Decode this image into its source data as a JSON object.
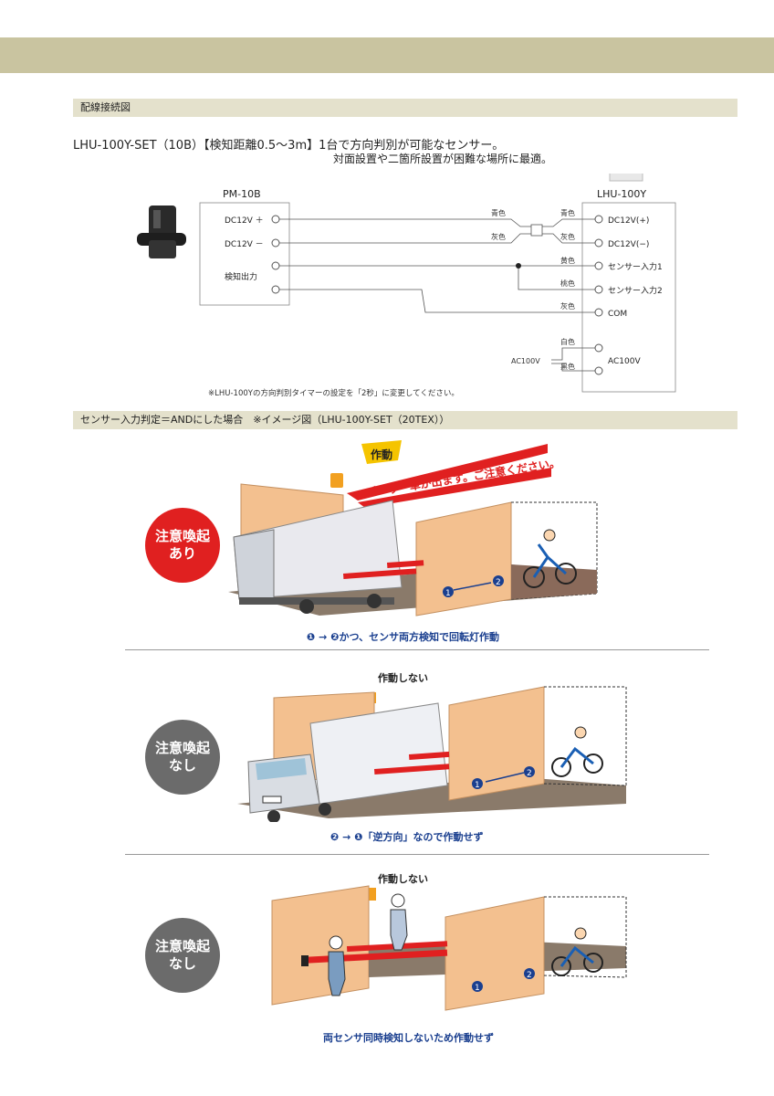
{
  "section1": {
    "heading": "配線接続図"
  },
  "product": {
    "title": "LHU-100Y-SET（10B）【検知距離0.5〜3m】1台で方向判別が可能なセンサー。",
    "subtitle": "対面設置や二箇所設置が困難な場所に最適。"
  },
  "wiring": {
    "left_box_title": "PM-10B",
    "right_box_title": "LHU-100Y",
    "left_terminals": [
      "DC12V ＋",
      "DC12V －",
      "検知出力"
    ],
    "right_terminals": [
      "DC12V(+)",
      "DC12V(−)",
      "センサー入力1",
      "センサー入力2",
      "COM",
      "AC100V"
    ],
    "wire_colors_left": [
      "青色",
      "灰色"
    ],
    "wire_colors_right": [
      "青色",
      "灰色",
      "黄色",
      "桃色",
      "灰色",
      "白色",
      "黒色"
    ],
    "ac_label": "AC100V",
    "note": "※LHU-100Yの方向判別タイマーの設定を「2秒」に変更してください。"
  },
  "section2": {
    "heading": "センサー入力判定＝ANDにした場合　※イメージ図（LHU-100Y-SET（20TEX））"
  },
  "scenes": [
    {
      "badge_line1": "注意喚起",
      "badge_line2": "あり",
      "badge_color": "#e02020",
      "action_label": "作動",
      "speech": "ブーッ　車が出ます。ご注意ください。",
      "caption": "❶ → ❷かつ、センサ両方検知で回転灯作動"
    },
    {
      "badge_line1": "注意喚起",
      "badge_line2": "なし",
      "badge_color": "#6b6b6b",
      "action_label": "作動しない",
      "caption": "❷ → ❶「逆方向」なので作動せず"
    },
    {
      "badge_line1": "注意喚起",
      "badge_line2": "なし",
      "badge_color": "#6b6b6b",
      "action_label": "作動しない",
      "caption": "両センサ同時検知しないため作動せず"
    }
  ],
  "markers": {
    "one": "1",
    "two": "2"
  },
  "colors": {
    "band": "#c9c4a0",
    "section_bar": "#e4e1cc",
    "caption_blue": "#1a3f8f",
    "wall": "#f3c08f",
    "beam": "#e02020"
  }
}
